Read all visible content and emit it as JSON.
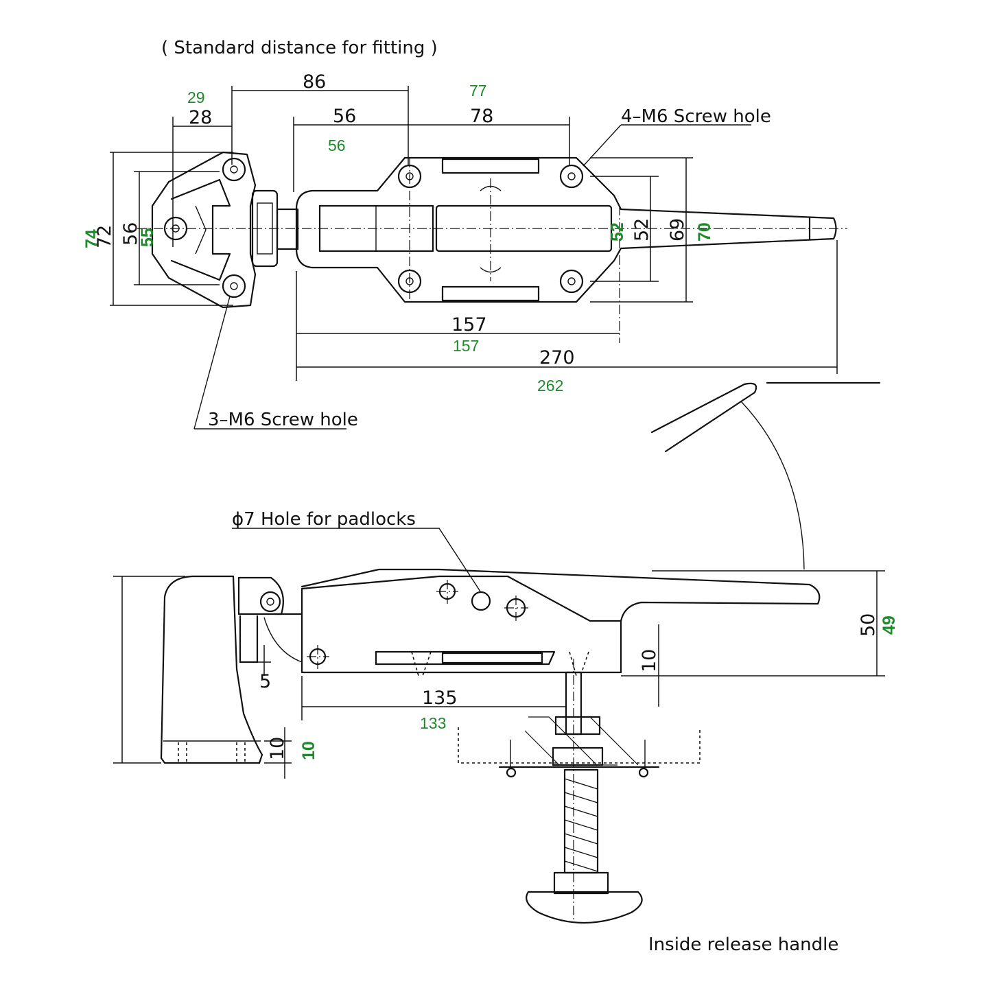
{
  "labels": {
    "title": "( Standard distance for fitting )",
    "screw_4": "4–M6 Screw hole",
    "screw_3": "3–M6 Screw hole",
    "padlock": "ϕ7 Hole for padlocks",
    "inside_release": "Inside release handle"
  },
  "dimensions_original": {
    "d86": "86",
    "d28": "28",
    "d56_top": "56",
    "d78": "78",
    "d72": "72",
    "d56_left": "56",
    "d52": "52",
    "d69": "69",
    "d157": "157",
    "d270": "270",
    "d50": "50",
    "d10_mid": "10",
    "d5": "5",
    "d135": "135",
    "d10_low": "10"
  },
  "dimensions_measured": {
    "d29": "29",
    "d77": "77",
    "d56": "56",
    "d74": "74",
    "d55": "55",
    "d52": "52",
    "d70": "70",
    "d157": "157",
    "d262": "262",
    "d49": "49",
    "d133": "133",
    "d10": "10"
  },
  "colors": {
    "line": "#111111",
    "annotation": "#1f8a2c",
    "background": "#ffffff"
  }
}
